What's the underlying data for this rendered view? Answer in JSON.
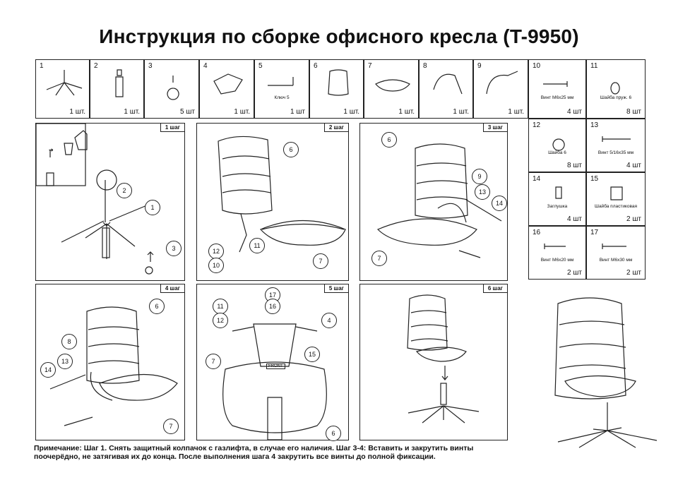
{
  "title": "Инструкция по сборке офисного кресла (T-9950)",
  "parts_top": [
    {
      "num": "1",
      "qty": "1 шт."
    },
    {
      "num": "2",
      "qty": "1 шт."
    },
    {
      "num": "3",
      "qty": "5 шт"
    },
    {
      "num": "4",
      "qty": "1 шт."
    },
    {
      "num": "5",
      "qty": "1 шт",
      "caption": "Ключ 5"
    },
    {
      "num": "6",
      "qty": "1 шт."
    },
    {
      "num": "7",
      "qty": "1 шт."
    },
    {
      "num": "8",
      "qty": "1 шт."
    },
    {
      "num": "9",
      "qty": "1 шт."
    },
    {
      "num": "10",
      "qty": "4 шт",
      "caption": "Винт М6х25 мм"
    },
    {
      "num": "11",
      "qty": "8 шт",
      "caption": "Шайба пруж. 6"
    }
  ],
  "parts_side": [
    {
      "num": "12",
      "qty": "8 шт",
      "caption": "Шайба 6"
    },
    {
      "num": "13",
      "qty": "4 шт",
      "caption": "Винт 5/16х35 мм"
    },
    {
      "num": "14",
      "qty": "4 шт",
      "caption": "Заглушка"
    },
    {
      "num": "15",
      "qty": "2 шт",
      "caption": "Шайба пластиковая"
    },
    {
      "num": "16",
      "qty": "2 шт",
      "caption": "Винт М6х20 мм"
    },
    {
      "num": "17",
      "qty": "2 шт",
      "caption": "Винт М6х30 мм"
    }
  ],
  "steps": [
    {
      "label": "1 шаг",
      "callouts": [
        "2",
        "1",
        "3"
      ]
    },
    {
      "label": "2 шаг",
      "callouts": [
        "6",
        "11",
        "12",
        "10",
        "7"
      ]
    },
    {
      "label": "3 шаг",
      "callouts": [
        "6",
        "9",
        "13",
        "14",
        "7"
      ]
    },
    {
      "label": "4 шаг",
      "callouts": [
        "6",
        "8",
        "13",
        "14",
        "7"
      ]
    },
    {
      "label": "5 шаг",
      "callouts": [
        "17",
        "11",
        "16",
        "12",
        "4",
        "7",
        "15",
        "6"
      ],
      "front": "FRONT"
    },
    {
      "label": "6 шаг"
    }
  ],
  "note_line1": "Примечание: Шаг 1. Снять защитный колпачок с газлифта, в случае его наличия. Шаг 3-4: Вставить и закрутить винты",
  "note_line2": "поочерёдно, не затягивая их до конца. После выполнения шага 4 закрутить все винты до полной фиксации."
}
